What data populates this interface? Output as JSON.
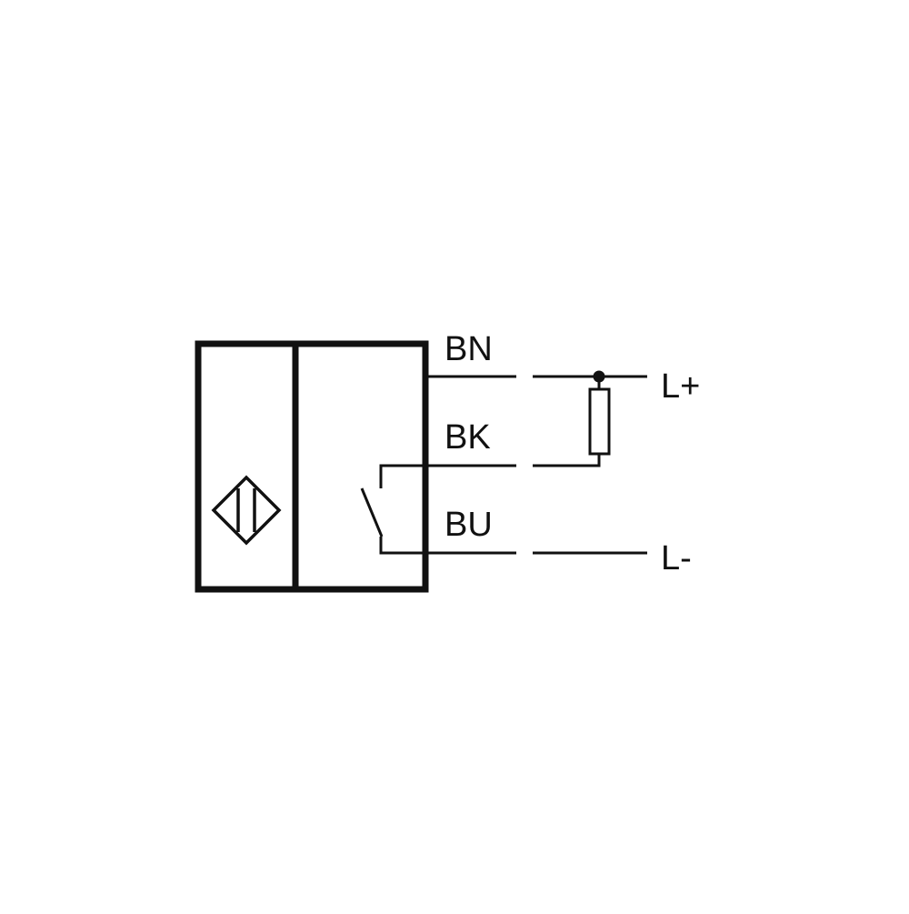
{
  "diagram": {
    "wires": {
      "brown_label": "BN",
      "black_label": "BK",
      "blue_label": "BU"
    },
    "supply": {
      "positive_label": "L+",
      "negative_label": "L-"
    },
    "colors": {
      "line": "#111111",
      "background": "#ffffff"
    },
    "icons": {
      "sensor_symbol": "inductive-sensor-icon",
      "switch_symbol": "no-switch-icon",
      "load_symbol": "load-resistor-icon"
    }
  }
}
